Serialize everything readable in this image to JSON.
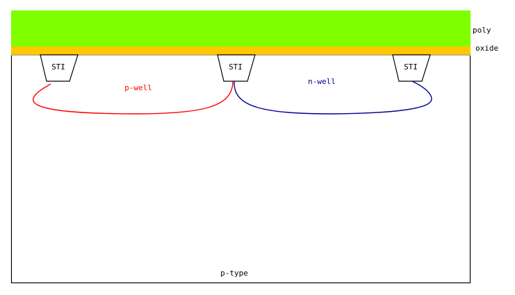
{
  "layers": {
    "poly": {
      "label": "poly",
      "color": "#80ff00"
    },
    "oxide": {
      "label": "oxide",
      "color": "#ffc800"
    },
    "substrate": {
      "label": "p-type"
    }
  },
  "sti": [
    {
      "label": "STI"
    },
    {
      "label": "STI"
    },
    {
      "label": "STI"
    }
  ],
  "wells": {
    "p_well": {
      "label": "p-well",
      "color": "#ff0000"
    },
    "n_well": {
      "label": "n-well",
      "color": "#000090"
    }
  }
}
